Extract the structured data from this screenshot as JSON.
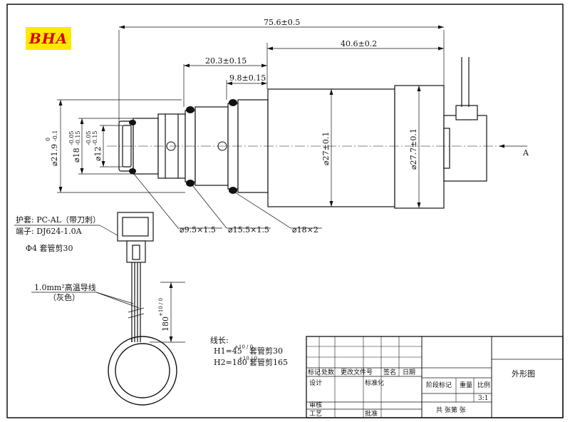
{
  "logo": {
    "text": "BHA"
  },
  "dimensions": {
    "overall_length": "75.6±0.5",
    "body_length": "40.6±0.2",
    "mid_length": "20.3±0.15",
    "short_length": "9.8±0.15",
    "dia_outer_left": "⌀21.9",
    "dia_outer_left_tol_up": "0",
    "dia_outer_left_tol_dn": "-0.1",
    "dia_18": "⌀18",
    "dia_18_tol_up": "-0.05",
    "dia_18_tol_dn": "-0.15",
    "dia_12": "⌀12",
    "dia_12_tol_up": "-0.05",
    "dia_12_tol_dn": "-0.15",
    "dia_27": "⌀27±0.1",
    "dia_27_7": "⌀27.7±0.1",
    "oring_small": "⌀9.5×1.5",
    "oring_mid": "⌀15.5×1.5",
    "oring_large": "⌀18×2",
    "view_label": "A",
    "lead_length": "180",
    "lead_length_tol": "+10 / 0"
  },
  "notes": {
    "sheath": "护套: PC-AL（带刀刺）",
    "terminal": "端子: DJ624-1.0A",
    "sleeve": "Φ4  套管剪30",
    "wire_spec": "1.0mm²高温导线",
    "wire_color": "（灰色）",
    "line_length_title": "线长:",
    "h1": "H1=45",
    "h1_tol": "+10 / 0",
    "h1_sleeve": "套管剪30",
    "h2": "H2=180",
    "h2_tol": "+10 / 0",
    "h2_sleeve": "套管剪165"
  },
  "title_block": {
    "mark": "标记",
    "count": "处数",
    "change_doc": "更改文件号",
    "sign": "签名",
    "date": "日期",
    "design": "设计",
    "standardize": "标准化",
    "stage_mark": "阶段标记",
    "weight": "重量",
    "ratio": "比例",
    "scale": "3:1",
    "review": "审核",
    "process": "工艺",
    "approve": "批准",
    "sheets": "共  张第  张",
    "drawing_name": "外形图"
  }
}
